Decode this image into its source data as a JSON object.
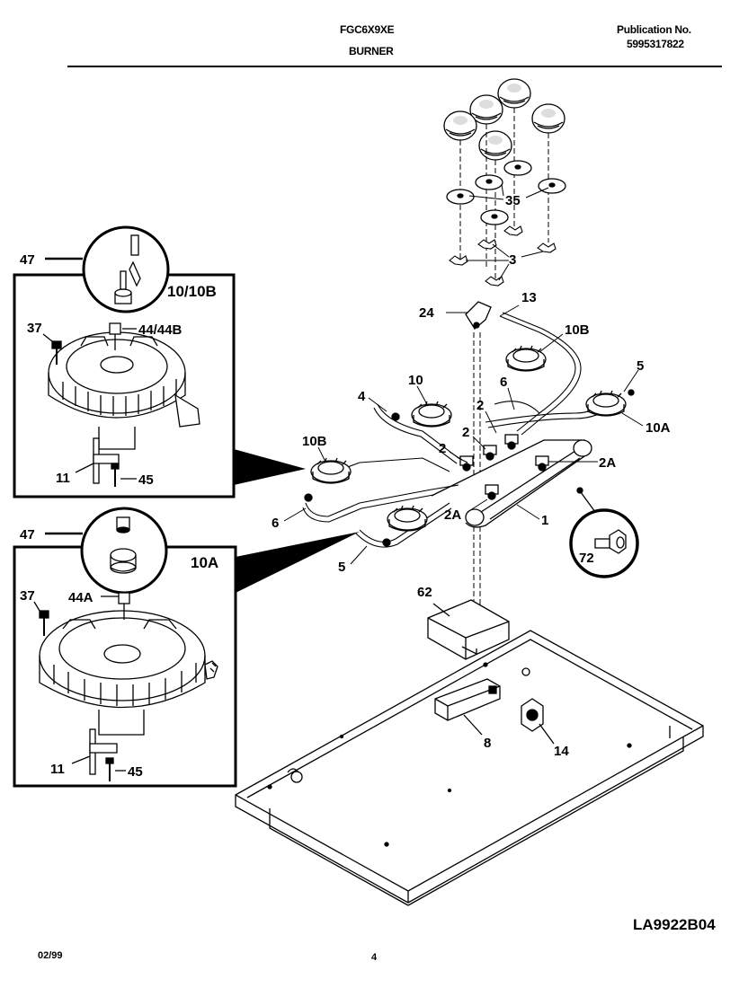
{
  "header": {
    "model": "FGC6X9XE",
    "section": "BURNER",
    "publication_label": "Publication No.",
    "publication_number": "5995317822"
  },
  "footer": {
    "date": "02/99",
    "page": "4",
    "diagram_code": "LA9922B04"
  },
  "inset_top": {
    "title": "10/10B",
    "labels": {
      "p47": "47",
      "p37": "37",
      "p44": "44/44B",
      "p11": "11",
      "p45": "45"
    }
  },
  "inset_bottom": {
    "title": "10A",
    "labels": {
      "p47": "47",
      "p37": "37",
      "p44": "44A",
      "p11": "11",
      "p45": "45"
    }
  },
  "callouts": {
    "p35": "35",
    "p3": "3",
    "p13": "13",
    "p24": "24",
    "p10B_top": "10B",
    "p10": "10",
    "p4": "4",
    "p5_right": "5",
    "p10A": "10A",
    "p6_right": "6",
    "p2_a": "2",
    "p2_b": "2",
    "p2_c": "2",
    "p2A_right": "2A",
    "p2A_mid": "2A",
    "p1": "1",
    "p10B_left": "10B",
    "p6_left": "6",
    "p5_left": "5",
    "p72": "72",
    "p62": "62",
    "p8": "8",
    "p14": "14"
  }
}
